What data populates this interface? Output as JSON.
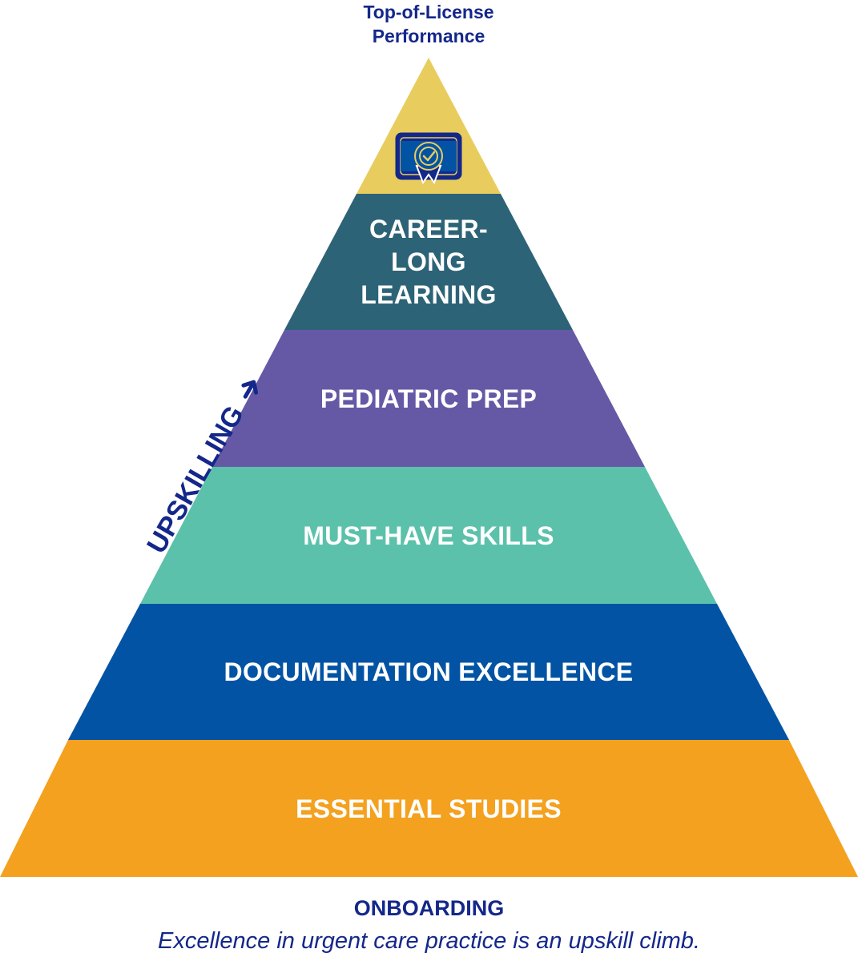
{
  "top_label": {
    "line1": "Top-of-License",
    "line2": "Performance"
  },
  "tiers": [
    {
      "id": "top",
      "label": "",
      "color": "#e8cd5e",
      "icon": "certificate-badge-icon"
    },
    {
      "id": "career",
      "label_lines": [
        "CAREER-",
        "LONG",
        "LEARNING"
      ],
      "color": "#2d6377"
    },
    {
      "id": "pediatric",
      "label": "PEDIATRIC PREP",
      "color": "#6559a6"
    },
    {
      "id": "must-have",
      "label": "MUST-HAVE SKILLS",
      "color": "#5bc1aa"
    },
    {
      "id": "documentation",
      "label": "DOCUMENTATION EXCELLENCE",
      "color": "#0353a4"
    },
    {
      "id": "essential",
      "label": "ESSENTIAL STUDIES",
      "color": "#f4a11f"
    }
  ],
  "side_label": "UPSKILLING",
  "side_arrow_icon": "arrow-up-right-icon",
  "footer": {
    "title": "ONBOARDING",
    "subtitle": "Excellence in urgent care practice is an upskill climb."
  },
  "colors": {
    "navy_text": "#14278a",
    "white_text": "#ffffff"
  }
}
